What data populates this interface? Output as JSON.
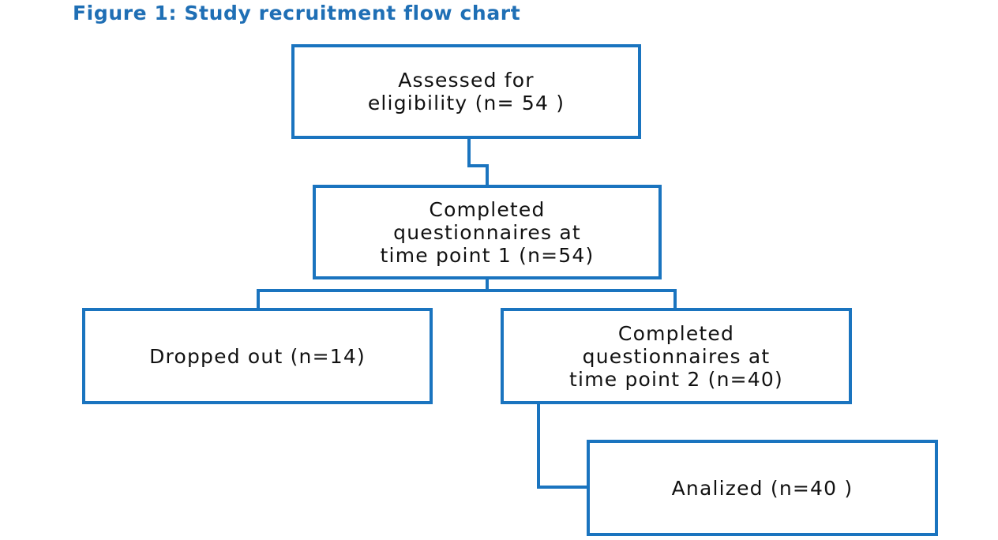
{
  "title": "Figure 1: Study recruitment flow chart",
  "nodes": {
    "assessed": "Assessed for\neligibility (n= 54 )",
    "time_point_1": "Completed\nquestionnaires at\ntime point 1 (n=54)",
    "dropped_out": "Dropped out  (n=14)",
    "time_point_2": "Completed\nquestionnaires at\ntime point 2 (n=40)",
    "analyzed": "Analized (n=40 )"
  },
  "edges": [
    {
      "from": "assessed",
      "to": "time_point_1"
    },
    {
      "from": "time_point_1",
      "to": "dropped_out"
    },
    {
      "from": "time_point_1",
      "to": "time_point_2"
    },
    {
      "from": "time_point_2",
      "to": "analyzed"
    }
  ],
  "colors": {
    "title": "#1f6fb5",
    "border": "#1a74bf",
    "text": "#111111"
  }
}
